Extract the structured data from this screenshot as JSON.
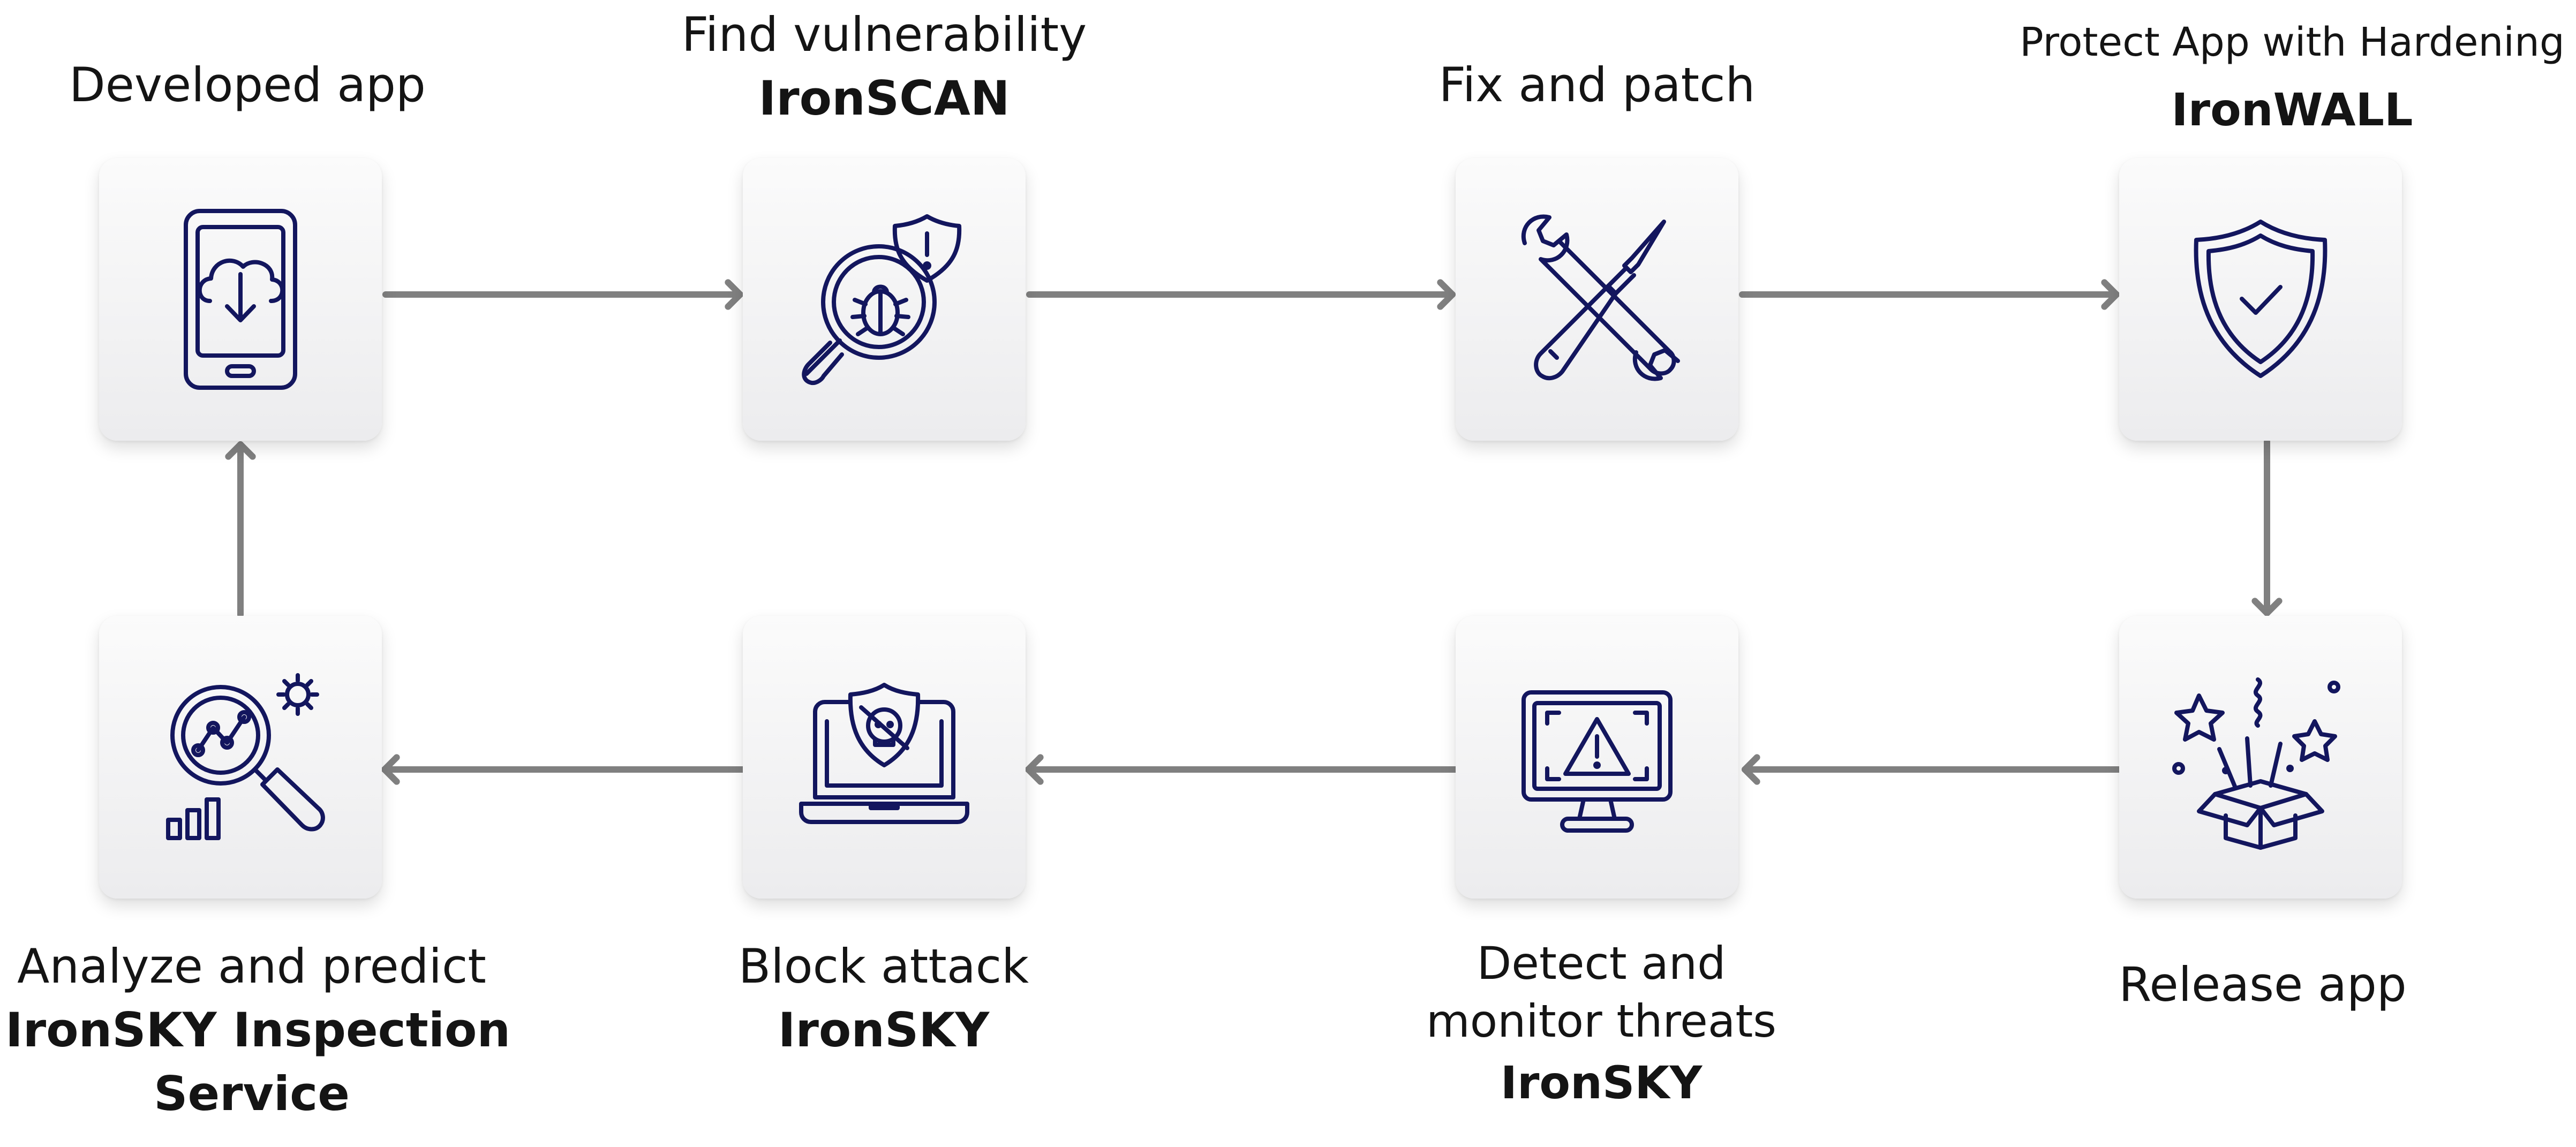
{
  "colors": {
    "icon": "#13165e",
    "arrow": "#808080",
    "card_top": "#fbfbfb",
    "card_bottom": "#ececee",
    "text": "#141414"
  },
  "steps": [
    {
      "id": "developed",
      "caption": "Developed app",
      "product": "",
      "icon": "smartphone-cloud-download-icon"
    },
    {
      "id": "scan",
      "caption": "Find vulnerability",
      "product": "IronSCAN",
      "icon": "magnifier-bug-shield-icon"
    },
    {
      "id": "fix",
      "caption": "Fix and patch",
      "product": "",
      "icon": "wrench-screwdriver-icon"
    },
    {
      "id": "protect",
      "caption": "Protect App with Hardening",
      "product": "IronWALL",
      "icon": "shield-check-icon"
    },
    {
      "id": "release",
      "caption": "Release app",
      "product": "",
      "icon": "gift-box-stars-icon"
    },
    {
      "id": "detect",
      "caption_lines": [
        "Detect and",
        "monitor threats"
      ],
      "product": "IronSKY",
      "icon": "monitor-warning-icon"
    },
    {
      "id": "block",
      "caption": "Block attack",
      "product": "IronSKY",
      "icon": "laptop-shield-skull-icon"
    },
    {
      "id": "analyze",
      "caption": "Analyze and predict",
      "product_lines": [
        "IronSKY Inspection",
        "Service"
      ],
      "icon": "magnifier-chart-gear-icon"
    }
  ]
}
